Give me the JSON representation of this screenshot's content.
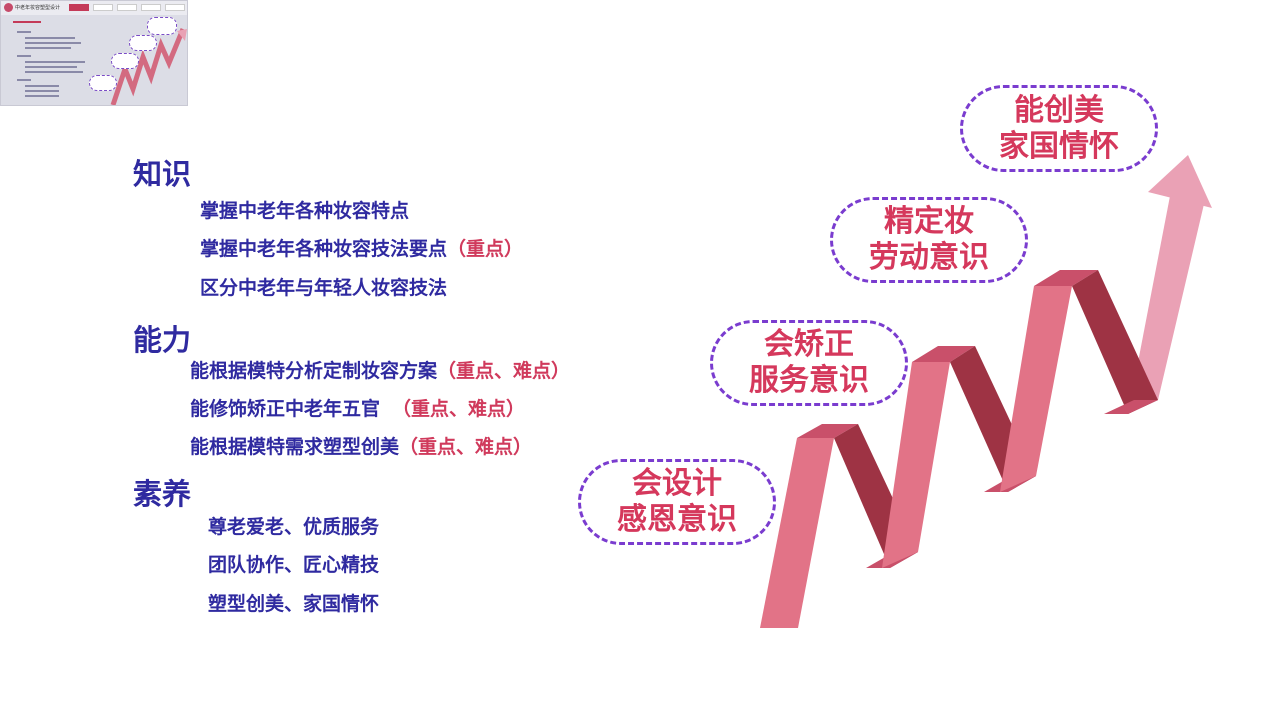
{
  "thumbnail": {
    "title": "中老年妆容塑型设计",
    "tab_labels": [
      "",
      "",
      "",
      "",
      ""
    ]
  },
  "sections": [
    {
      "title": "知识",
      "items": [
        {
          "text": "掌握中老年各种妆容特点",
          "tag": ""
        },
        {
          "text": "掌握中老年各种妆容技法要点",
          "tag": "（重点）"
        },
        {
          "text": "区分中老年与年轻人妆容技法",
          "tag": ""
        }
      ]
    },
    {
      "title": "能力",
      "items": [
        {
          "text": "能根据模特分析定制妆容方案",
          "tag": "（重点、难点）"
        },
        {
          "text": "能修饰矫正中老年五官",
          "tag": "（重点、难点）"
        },
        {
          "text": "能根据模特需求塑型创美",
          "tag": "（重点、难点）"
        }
      ]
    },
    {
      "title": "素养",
      "items": [
        {
          "text": "尊老爱老、优质服务",
          "tag": ""
        },
        {
          "text": "团队协作、匠心精技",
          "tag": ""
        },
        {
          "text": "塑型创美、家国情怀",
          "tag": ""
        }
      ]
    }
  ],
  "steps": [
    {
      "line1": "会设计",
      "line2": "感恩意识"
    },
    {
      "line1": "会矫正",
      "line2": "服务意识"
    },
    {
      "line1": "精定妆",
      "line2": "劳动意识"
    },
    {
      "line1": "能创美",
      "line2": "家国情怀"
    }
  ],
  "colors": {
    "heading": "#2f2aa0",
    "highlight": "#d03a5c",
    "bubble_border": "#7a3ccf",
    "bubble_text": "#d5385c",
    "stair_front": "#e27387",
    "stair_side": "#9e3344",
    "stair_top": "#c9506a",
    "arrow": "#eaa1b5"
  }
}
